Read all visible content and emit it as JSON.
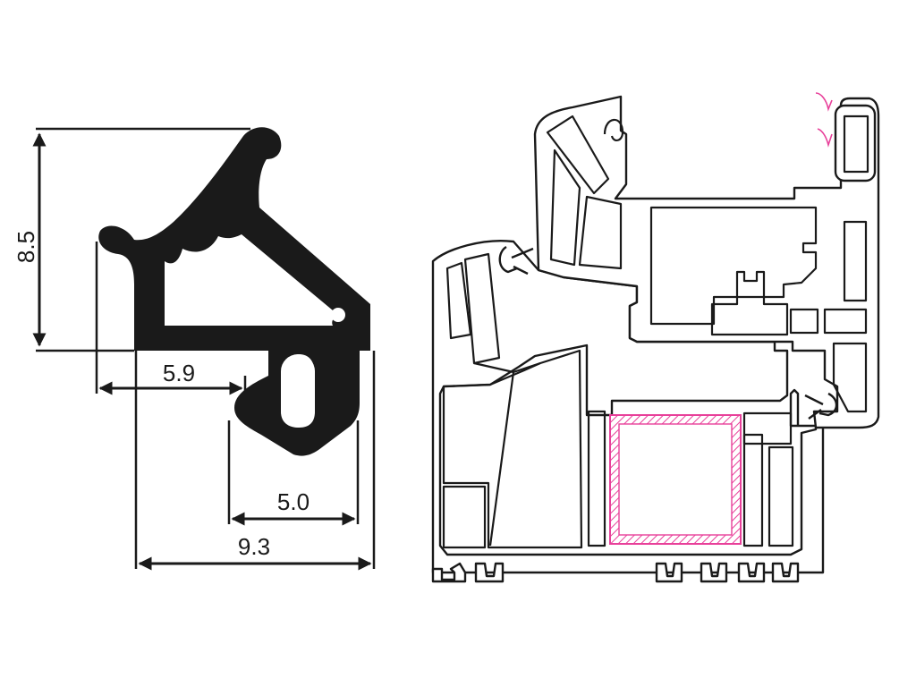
{
  "dimensions": {
    "height": "8.5",
    "outer_left": "5.9",
    "tube_width": "5.0",
    "total_width": "9.3"
  },
  "colors": {
    "ink": "#1a1a1a",
    "seal": "#1a1a1a",
    "reinforcement": "#e8409a",
    "background": "#ffffff"
  }
}
